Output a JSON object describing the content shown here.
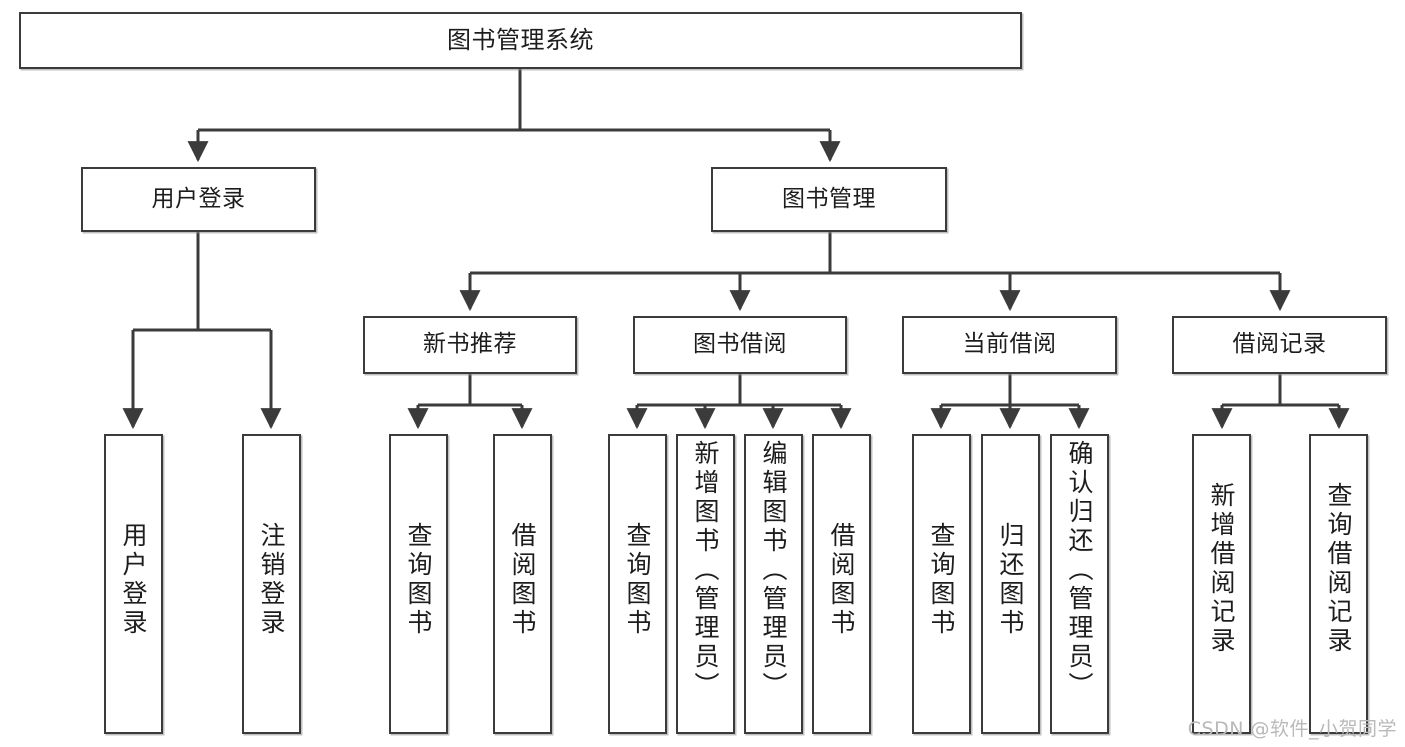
{
  "diagram": {
    "type": "tree-hierarchy",
    "title": "图书管理系统",
    "root": {
      "label": "图书管理系统"
    },
    "level2": [
      {
        "label": "用户登录"
      },
      {
        "label": "图书管理"
      }
    ],
    "level3": [
      {
        "label": "新书推荐"
      },
      {
        "label": "图书借阅"
      },
      {
        "label": "当前借阅"
      },
      {
        "label": "借阅记录"
      }
    ],
    "leaves": [
      {
        "label": "用户登录",
        "parent": "用户登录"
      },
      {
        "label": "注销登录",
        "parent": "用户登录"
      },
      {
        "label": "查询图书",
        "parent": "新书推荐"
      },
      {
        "label": "借阅图书",
        "parent": "新书推荐"
      },
      {
        "label": "查询图书",
        "parent": "图书借阅"
      },
      {
        "label": "新增图书（管理员）",
        "parent": "图书借阅"
      },
      {
        "label": "编辑图书（管理员）",
        "parent": "图书借阅"
      },
      {
        "label": "借阅图书",
        "parent": "图书借阅"
      },
      {
        "label": "查询图书",
        "parent": "当前借阅"
      },
      {
        "label": "归还图书",
        "parent": "当前借阅"
      },
      {
        "label": "确认归还（管理员）",
        "parent": "当前借阅"
      },
      {
        "label": "新增借阅记录",
        "parent": "借阅记录"
      },
      {
        "label": "查询借阅记录",
        "parent": "借阅记录"
      }
    ],
    "watermark": "CSDN @软件_小贺同学",
    "colors": {
      "border": "#3b3b3b",
      "connector": "#3b3b3b",
      "background": "#ffffff",
      "text": "#1d1d1d",
      "watermark": "#b9b9b9"
    }
  }
}
